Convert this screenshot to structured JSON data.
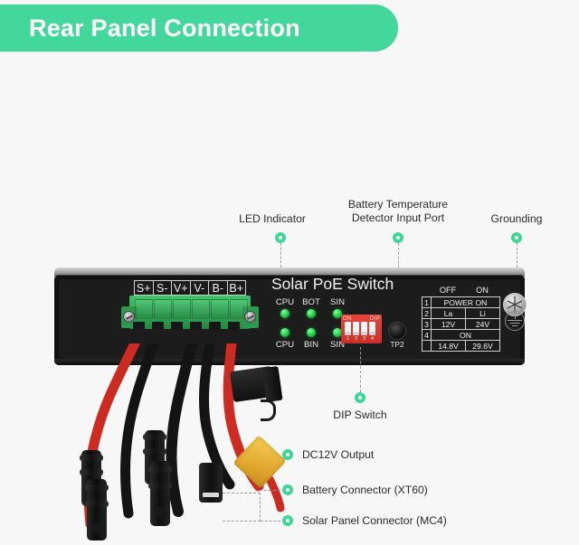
{
  "banner": {
    "title": "Rear Panel Connection"
  },
  "callouts": [
    {
      "id": "led-indicator",
      "label": "LED Indicator"
    },
    {
      "id": "battery-temp-port",
      "label": "Battery Temperature\nDetector Input Port"
    },
    {
      "id": "grounding",
      "label": "Grounding"
    },
    {
      "id": "dip-switch",
      "label": "DIP Switch"
    },
    {
      "id": "dc12v-output",
      "label": "DC12V Output"
    },
    {
      "id": "battery-connector",
      "label": "Battery Connector (XT60)"
    },
    {
      "id": "solar-panel-connector",
      "label": "Solar Panel Connector (MC4)"
    }
  ],
  "device": {
    "silk_title": "Solar PoE Switch",
    "terminal_labels": [
      "S+",
      "S-",
      "V+",
      "V-",
      "B-",
      "B+"
    ],
    "leds": {
      "top_labels": [
        "CPU",
        "BOT",
        "SIN"
      ],
      "bottom_labels": [
        "CPU",
        "BIN",
        "SIN"
      ]
    },
    "dip": {
      "left_label": "ON",
      "right_label": "DIP",
      "numbers": [
        "1",
        "2",
        "3",
        "4"
      ]
    },
    "test_point": {
      "label": "TP2"
    },
    "spec_table": {
      "headers": [
        "OFF",
        "ON"
      ],
      "rows": [
        {
          "index": "1",
          "span": true,
          "values": [
            "POWER ON"
          ]
        },
        {
          "index": "2",
          "span": false,
          "values": [
            "La",
            "Li"
          ]
        },
        {
          "index": "3",
          "span": false,
          "values": [
            "12V",
            "24V"
          ]
        },
        {
          "index": "4",
          "span": true,
          "values": [
            "ON"
          ]
        },
        {
          "index": "",
          "span": false,
          "values": [
            "14.8V",
            "29.6V"
          ]
        }
      ]
    }
  },
  "colors": {
    "accent_green": "#44d79b",
    "marker_green": "#3ed795",
    "device_black": "#121212",
    "terminal_green": "#2fa955",
    "dip_red": "#e8453c",
    "xt60_yellow": "#e2a72f",
    "background": "#f7f7f7"
  }
}
